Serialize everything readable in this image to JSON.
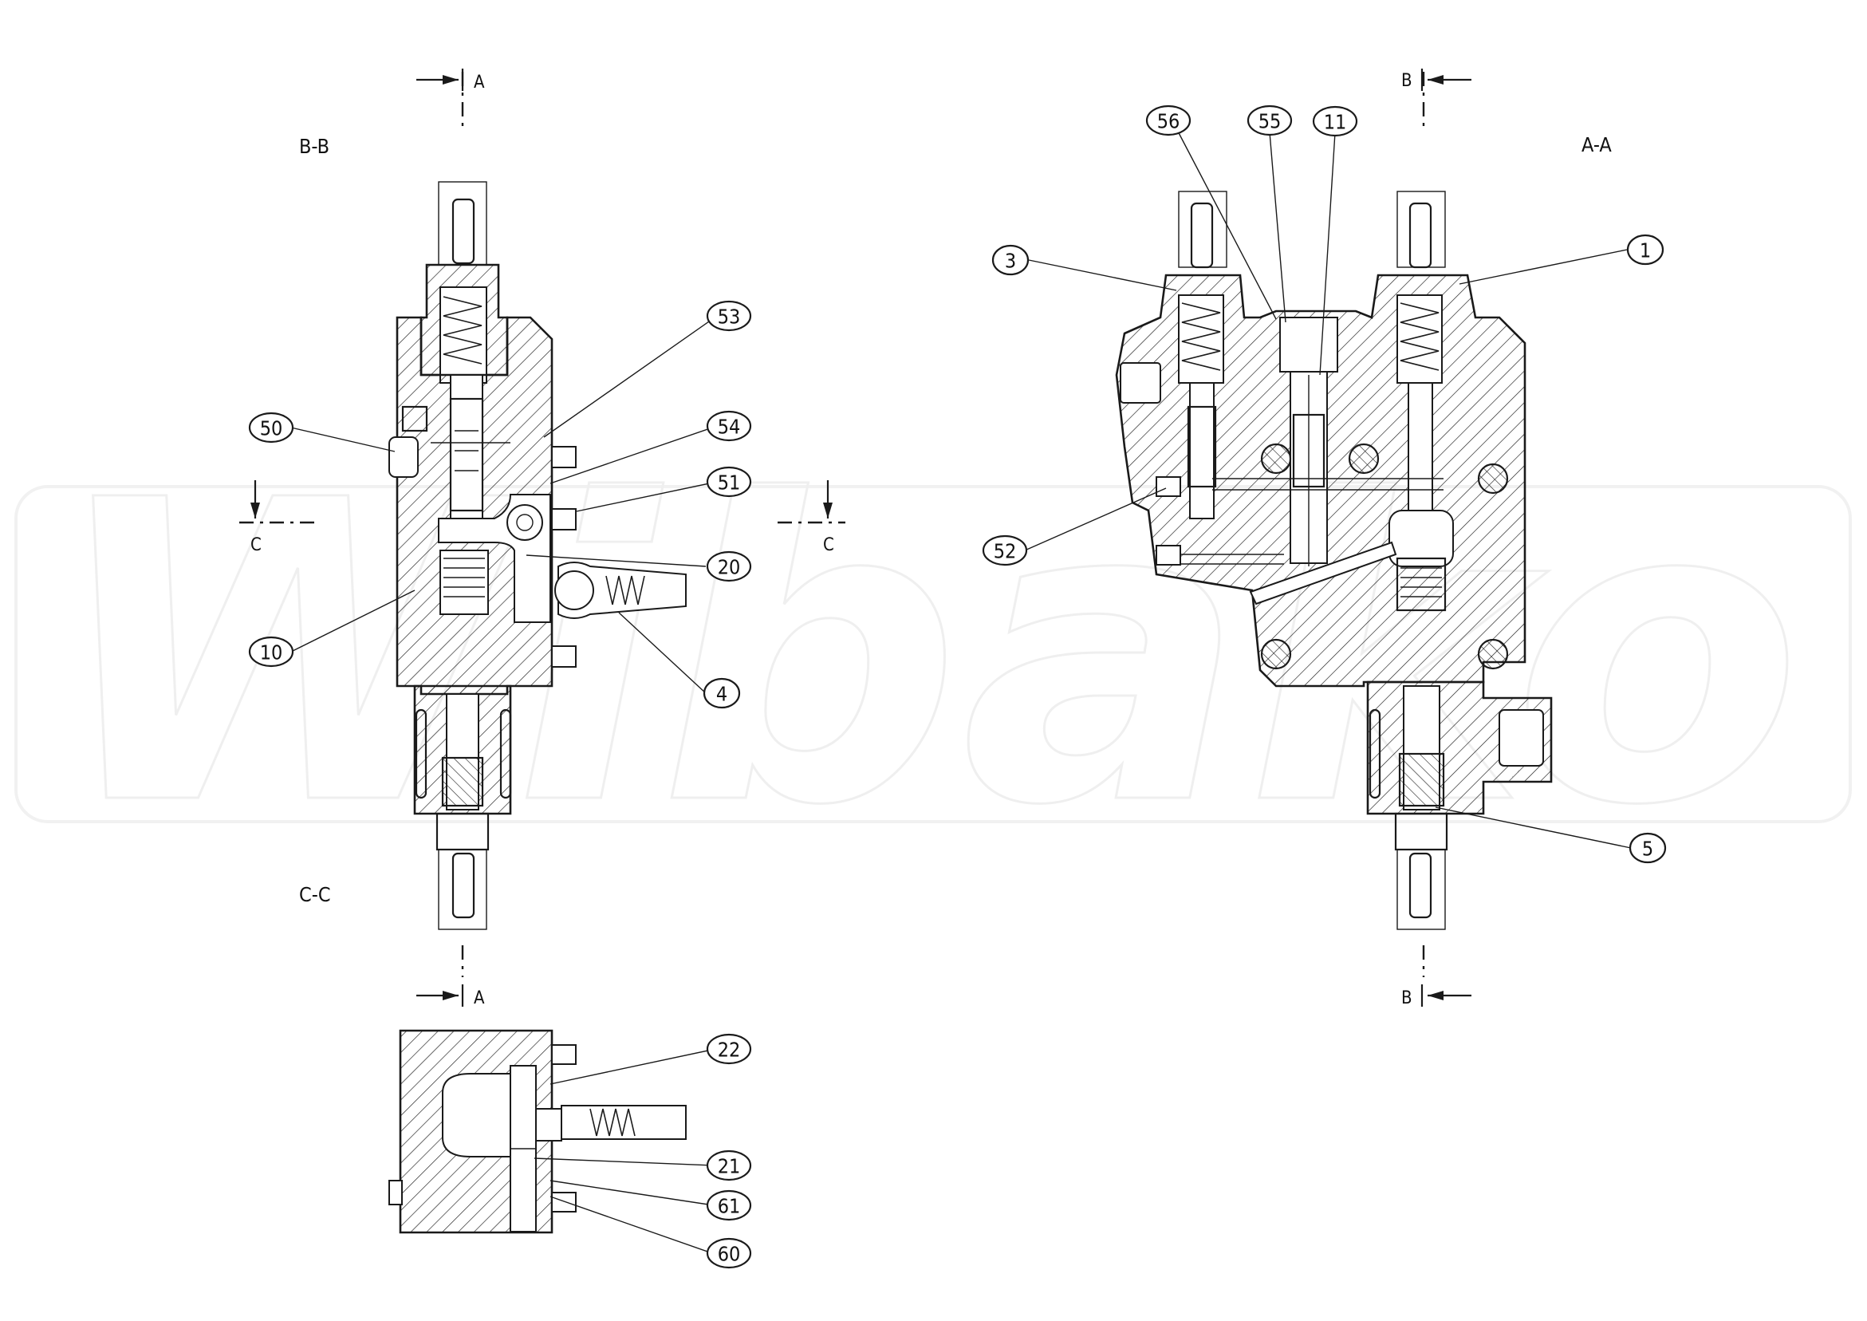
{
  "diagram": {
    "title": "Hydraulic valve assembly sectional views",
    "watermark": "Wibako",
    "section_labels": {
      "bb": "B-B",
      "aa": "A-A",
      "cc": "C-C"
    },
    "cut_markers": {
      "a": "A",
      "b": "B",
      "c": "C"
    },
    "callouts": [
      {
        "id": "c53",
        "label": "53"
      },
      {
        "id": "c50",
        "label": "50"
      },
      {
        "id": "c54",
        "label": "54"
      },
      {
        "id": "c51",
        "label": "51"
      },
      {
        "id": "c20",
        "label": "20"
      },
      {
        "id": "c10",
        "label": "10"
      },
      {
        "id": "c4",
        "label": "4"
      },
      {
        "id": "c56",
        "label": "56"
      },
      {
        "id": "c55",
        "label": "55"
      },
      {
        "id": "c11",
        "label": "11"
      },
      {
        "id": "c3",
        "label": "3"
      },
      {
        "id": "c1",
        "label": "1"
      },
      {
        "id": "c52",
        "label": "52"
      },
      {
        "id": "c5",
        "label": "5"
      },
      {
        "id": "c22",
        "label": "22"
      },
      {
        "id": "c21",
        "label": "21"
      },
      {
        "id": "c61",
        "label": "61"
      },
      {
        "id": "c60",
        "label": "60"
      }
    ],
    "colors": {
      "line": "#1a1a1a",
      "background": "#ffffff",
      "watermark": "#eeeeee"
    }
  }
}
